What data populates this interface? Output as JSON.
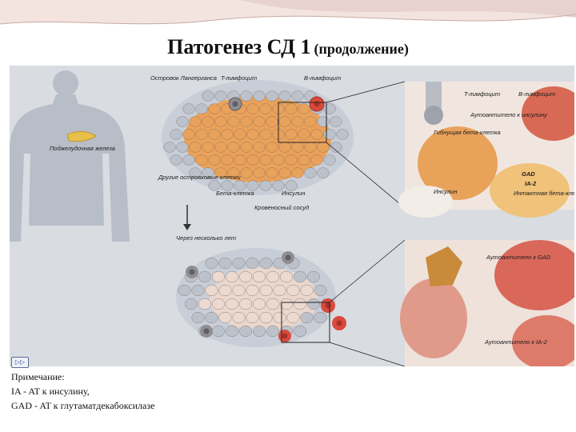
{
  "title": {
    "main": "Патогенез СД 1",
    "sub": "(продолжение)"
  },
  "figure": {
    "labels": {
      "islet": "Островок Лангерганса",
      "t_cell": "T-лимфоцит",
      "b_cell": "B-лимфоцит",
      "pancreas": "Поджелудочная железа",
      "other_cells": "Другие островковые клетки",
      "beta_cell": "Бета-клетка",
      "insulin": "Инсулин",
      "vessel": "Кровеносный сосуд",
      "years_later": "Через несколько лет",
      "inset_t_cell": "T-лимфоцит",
      "inset_b_cell": "B-лимфоцит",
      "autoantibody_insulin": "Аутоантитело к инсулину",
      "dying_beta": "Гибнущая бета-клетка",
      "gad": "GAD",
      "ia2": "IA-2",
      "intact_beta": "Интактная бета-клетка",
      "inset_insulin": "Инсулин",
      "autoantibody_gad": "Аутоантитело к GAD",
      "autoantibody_ia2": "Аутоантитело к IA-2"
    }
  },
  "nav_icon": "▷▷",
  "note": {
    "heading": "Примечание:",
    "line1": "IA - AT к инсулину,",
    "line2": "GAD - AT к глутаматдекабоксилазе"
  },
  "colors": {
    "panel_bg": "#d9dce1",
    "beta_cell": "#e9a25a",
    "other_cell": "#bcc2cc",
    "lymphocyte": "#d94a3c",
    "body": "#b8bec8"
  }
}
